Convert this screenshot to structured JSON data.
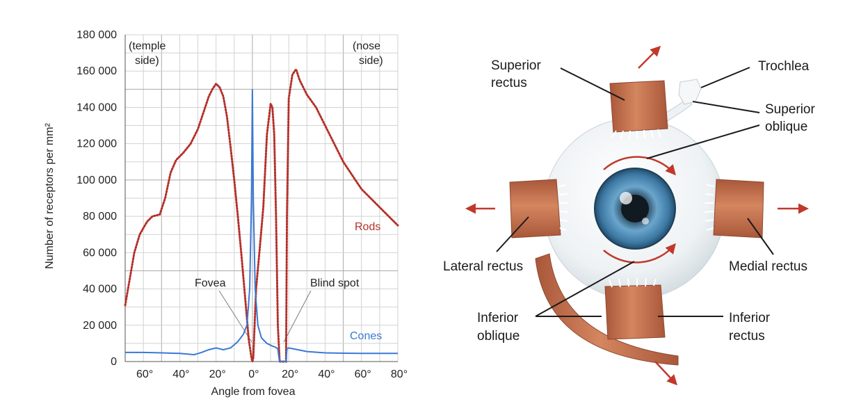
{
  "chart_data": {
    "type": "line",
    "xlabel": "Angle from fovea",
    "ylabel": "Number of receptors per mm²",
    "xlim": [
      -70,
      80
    ],
    "ylim": [
      0,
      180000
    ],
    "x_ticks": [
      {
        "v": -60,
        "label": "60°"
      },
      {
        "v": -40,
        "label": "40°"
      },
      {
        "v": -20,
        "label": "20°"
      },
      {
        "v": 0,
        "label": "0°"
      },
      {
        "v": 20,
        "label": "20°"
      },
      {
        "v": 40,
        "label": "40°"
      },
      {
        "v": 60,
        "label": "60°"
      },
      {
        "v": 80,
        "label": "80°"
      }
    ],
    "y_ticks": [
      {
        "v": 0,
        "label": "0"
      },
      {
        "v": 20000,
        "label": "20 000"
      },
      {
        "v": 40000,
        "label": "40 000"
      },
      {
        "v": 60000,
        "label": "60 000"
      },
      {
        "v": 80000,
        "label": "80 000"
      },
      {
        "v": 100000,
        "label": "100 000"
      },
      {
        "v": 120000,
        "label": "120 000"
      },
      {
        "v": 140000,
        "label": "140 000"
      },
      {
        "v": 160000,
        "label": "160 000"
      },
      {
        "v": 180000,
        "label": "180 000"
      }
    ],
    "grid": true,
    "temple_label": [
      "(temple",
      "side)"
    ],
    "nose_label": [
      "(nose",
      "side)"
    ],
    "series": [
      {
        "name": "Rods",
        "color": "#b5302a",
        "style": "dotted",
        "x": [
          -70,
          -65,
          -62,
          -58,
          -55,
          -51,
          -48,
          -45,
          -42,
          -38,
          -34,
          -30,
          -26,
          -24,
          -22,
          -20,
          -18,
          -16,
          -14,
          -12,
          -10,
          -8,
          -6,
          -4,
          -2,
          -0.5,
          0,
          0.5,
          2,
          4,
          6,
          8,
          10,
          11,
          12,
          13,
          14,
          15,
          16,
          17,
          18,
          18.5,
          19,
          20,
          22,
          24,
          26,
          30,
          35,
          40,
          50,
          60,
          70,
          80
        ],
        "y": [
          31000,
          60000,
          70000,
          77000,
          80000,
          81000,
          90000,
          104000,
          111000,
          115000,
          120000,
          128000,
          140000,
          146000,
          150000,
          153000,
          151000,
          146000,
          135000,
          118000,
          100000,
          80000,
          58000,
          35000,
          12000,
          2000,
          0,
          2000,
          40000,
          62000,
          85000,
          125000,
          142000,
          140000,
          125000,
          80000,
          20000,
          0,
          0,
          0,
          0,
          0,
          80000,
          145000,
          158000,
          161000,
          155000,
          147000,
          140000,
          130000,
          110000,
          95000,
          85000,
          75000
        ]
      },
      {
        "name": "Cones",
        "color": "#3a78d4",
        "style": "solid",
        "x": [
          -70,
          -60,
          -50,
          -40,
          -32,
          -28,
          -24,
          -20,
          -18,
          -16,
          -12,
          -8,
          -5,
          -3,
          -1.5,
          -0.5,
          0,
          0.5,
          1.5,
          3,
          5,
          8,
          11,
          12.5,
          14,
          14.5,
          15,
          15.5,
          16,
          17,
          18,
          18.5,
          19,
          20,
          25,
          30,
          40,
          50,
          60,
          70,
          80
        ],
        "y": [
          5000,
          5000,
          4800,
          4500,
          3800,
          5000,
          6500,
          7500,
          7000,
          6500,
          7500,
          11000,
          15000,
          20000,
          40000,
          90000,
          150000,
          90000,
          40000,
          20000,
          13000,
          10000,
          8500,
          8000,
          7000,
          3000,
          0,
          0,
          0,
          0,
          0,
          0,
          7000,
          7500,
          6500,
          5500,
          4800,
          4600,
          4500,
          4500,
          4500
        ]
      }
    ],
    "annotations": {
      "rods": "Rods",
      "cones": "Cones",
      "fovea": "Fovea",
      "blind_spot": "Blind spot"
    }
  },
  "diagram": {
    "labels": {
      "superior_rectus": [
        "Superior",
        "rectus"
      ],
      "trochlea": "Trochlea",
      "superior_oblique": [
        "Superior",
        "oblique"
      ],
      "lateral_rectus": "Lateral rectus",
      "medial_rectus": "Medial rectus",
      "inferior_oblique": [
        "Inferior",
        "oblique"
      ],
      "inferior_rectus": [
        "Inferior",
        "rectus"
      ]
    },
    "colors": {
      "muscle": "#c8764f",
      "muscle_dark": "#a9573a",
      "arrow": "#c0392b",
      "sclera": "#e9eef1",
      "iris": "#4f8fb8"
    }
  }
}
